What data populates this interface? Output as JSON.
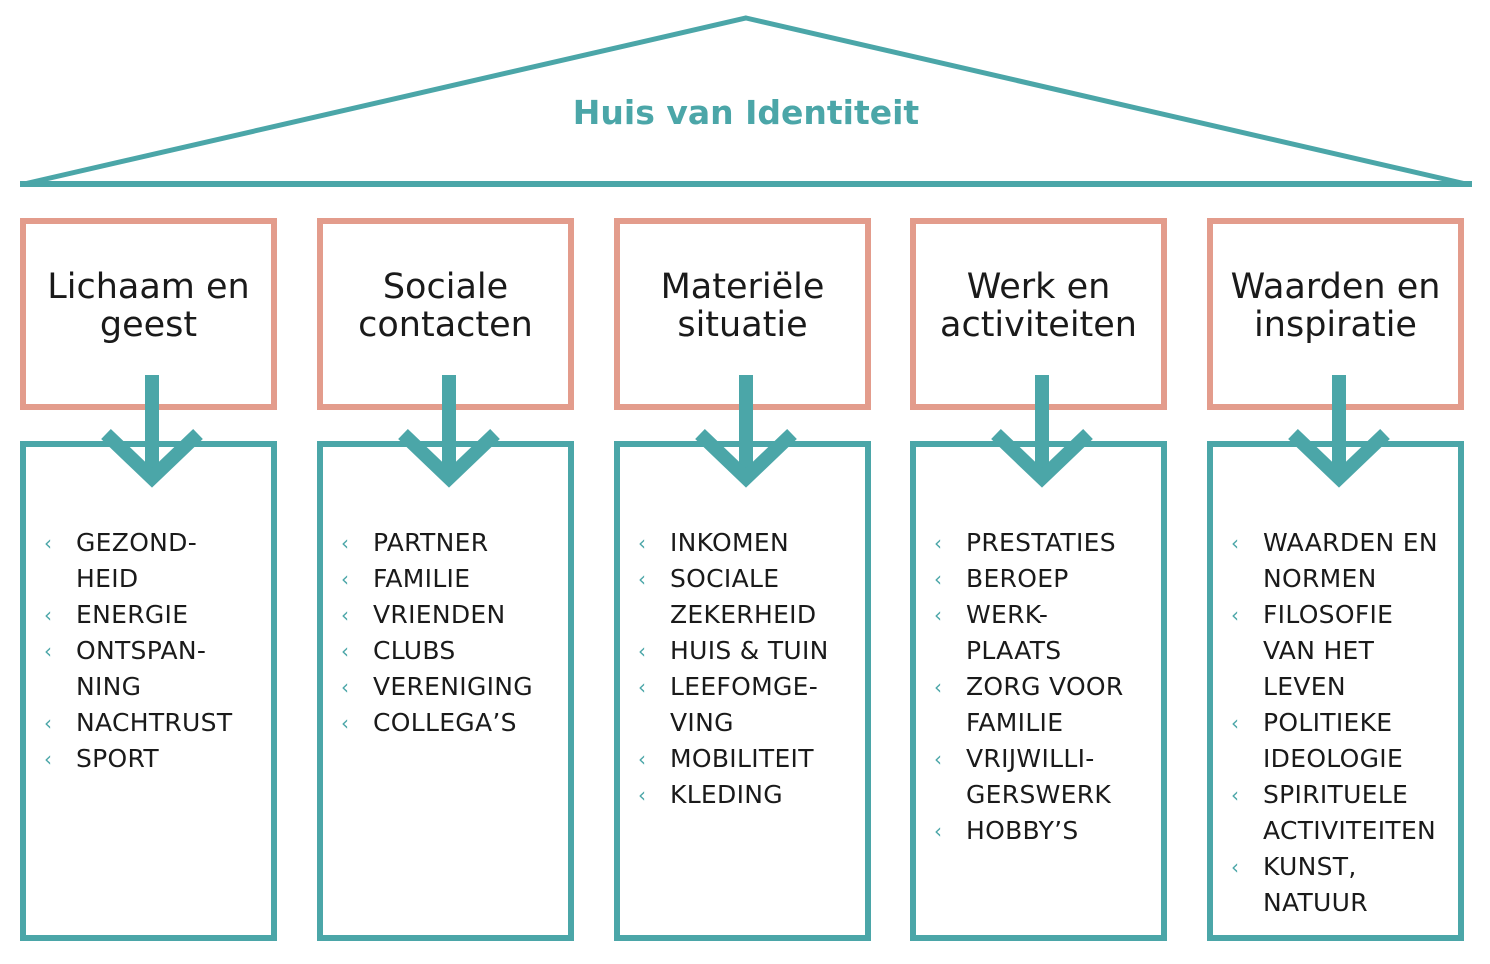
{
  "title": "Huis van Identiteit",
  "colors": {
    "roof": "#4ba6a8",
    "pillar_border": "#e39c8c",
    "content_border": "#4ba6a8",
    "arrow": "#4ba6a8",
    "text": "#1a1a1a"
  },
  "bullet_icon": "chevron-left-icon",
  "pillars": [
    {
      "title": "Lichaam en\ngeest",
      "items": [
        "GEZOND-\nHEID",
        "ENERGIE",
        "ONTSPAN-\nNING",
        "NACHTRUST",
        "SPORT"
      ]
    },
    {
      "title": "Sociale\ncontacten",
      "items": [
        "PARTNER",
        "FAMILIE",
        "VRIENDEN",
        "CLUBS",
        "VERENIGING",
        "COLLEGA’S"
      ]
    },
    {
      "title": "Materiële\nsituatie",
      "items": [
        "INKOMEN",
        "SOCIALE\nZEKERHEID",
        "HUIS & TUIN",
        "LEEFOMGE-\nVING",
        "MOBILITEIT",
        "KLEDING"
      ]
    },
    {
      "title": "Werk en\nactiviteiten",
      "items": [
        "PRESTATIES",
        "BEROEP",
        "WERK-\nPLAATS",
        "ZORG VOOR\nFAMILIE",
        "VRIJWILLI-\nGERSWERK",
        "HOBBY’S"
      ]
    },
    {
      "title": "Waarden en\ninspiratie",
      "items": [
        "WAARDEN EN\nNORMEN",
        "FILOSOFIE\nVAN HET\nLEVEN",
        "POLITIEKE\nIDEOLOGIE",
        "SPIRITUELE\nACTIVITEITEN",
        "KUNST,\nNATUUR"
      ]
    }
  ]
}
